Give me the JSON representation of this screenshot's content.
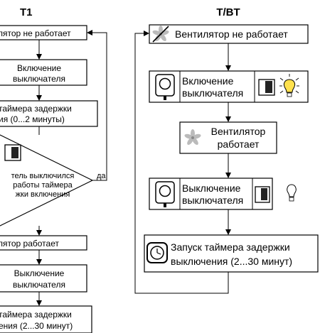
{
  "left": {
    "title": "T1",
    "steps": [
      "лятор не работает",
      "Включение",
      "выключателя",
      "таймера задержки",
      "ия (0...2 минуты)",
      "тель выключился",
      "работы таймера",
      "жки включения",
      "лятор работает",
      "Выключение",
      "выключателя",
      "таймера задержки",
      "ения (2...30 минут)"
    ],
    "yes_label": "да"
  },
  "right": {
    "title": "T/BT",
    "step1": "Вентилятор не работает",
    "step2_line1": "Включение",
    "step2_line2": "выключателя",
    "step3_line1": "Вентилятор",
    "step3_line2": "работает",
    "step4_line1": "Выключение",
    "step4_line2": "выключателя",
    "step5_line1": "Запуск таймера задержки",
    "step5_line2": "выключения (2...30 минут)"
  }
}
